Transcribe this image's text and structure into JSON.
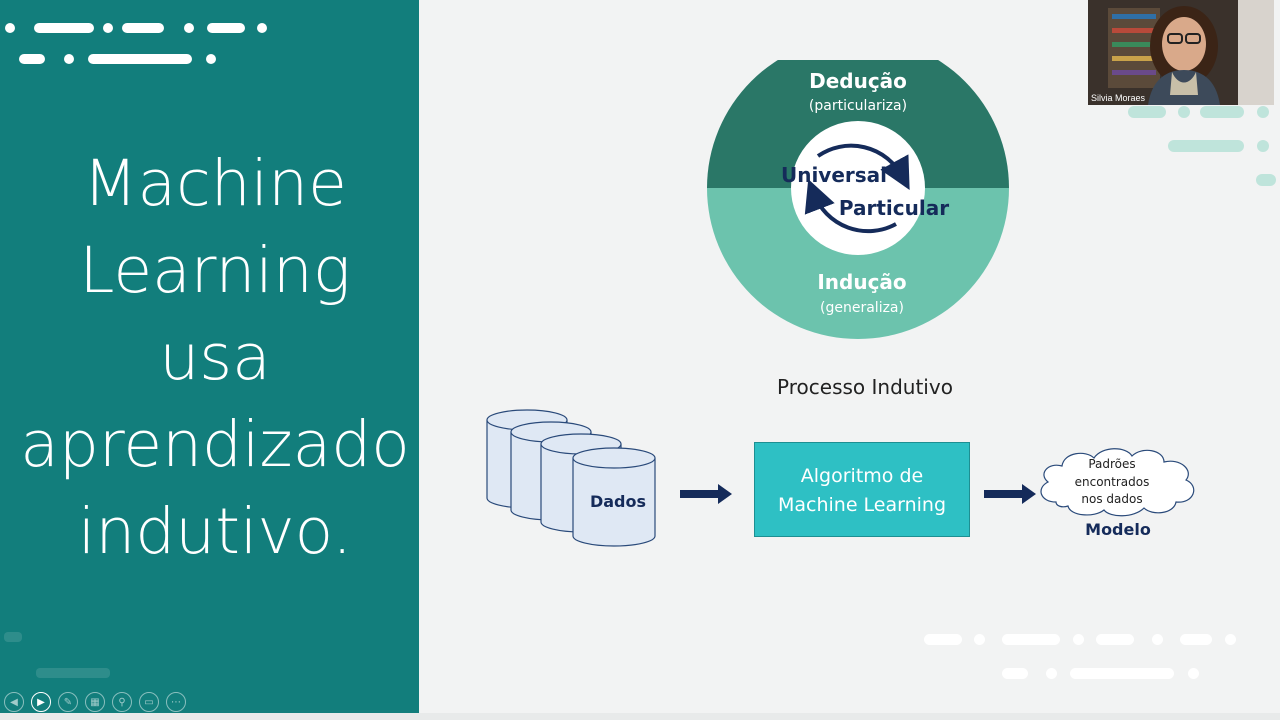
{
  "slide": {
    "title_lines": [
      "Machine",
      "Learning",
      "usa",
      "aprendizado",
      "indutivo."
    ]
  },
  "cycle": {
    "top_label": "Dedução",
    "top_sub": "(particulariza)",
    "bottom_label": "Indução",
    "bottom_sub": "(generaliza)",
    "center_top": "Universal",
    "center_bottom": "Particular",
    "colors": {
      "dark": "#2a7767",
      "light": "#6cc3ad",
      "center": "#ffffff",
      "arrow": "#152b5a"
    }
  },
  "process": {
    "title": "Processo Indutivo",
    "data_label": "Dados",
    "algorithm_lines": [
      "Algoritmo de",
      "Machine Learning"
    ],
    "model_lines": [
      "Padrões",
      "encontrados",
      "nos dados"
    ],
    "model_label": "Modelo"
  },
  "video": {
    "participant_name": "Silvia Moraes"
  },
  "toolbar": {
    "icons": [
      "previous-icon",
      "play-icon",
      "pen-icon",
      "slides-grid-icon",
      "zoom-icon",
      "subtitles-icon",
      "more-options-icon"
    ]
  },
  "colors": {
    "panel": "#127e7c",
    "background": "#f2f3f3",
    "accent": "#2ec0c4",
    "navy": "#152b5a"
  }
}
